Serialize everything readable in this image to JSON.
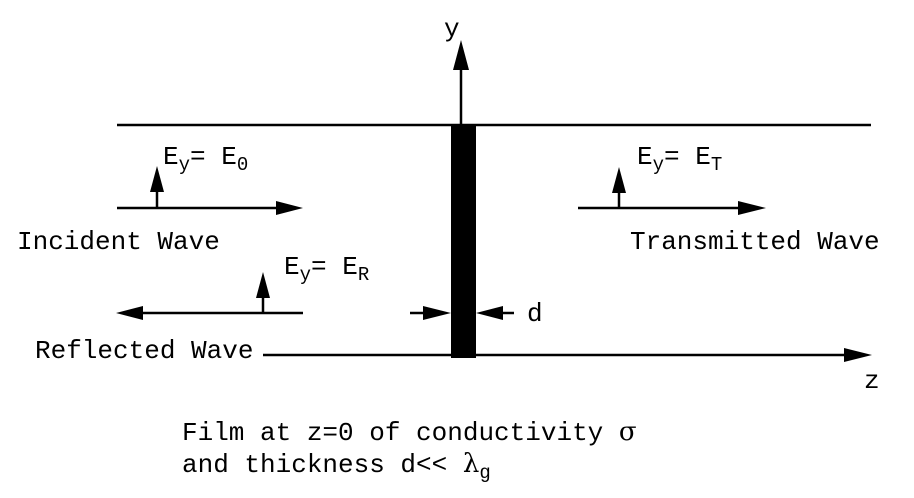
{
  "axes": {
    "y_label": "y",
    "z_label": "z"
  },
  "incident": {
    "label": "Incident Wave",
    "field_main": "E",
    "field_sub": "y",
    "eq": "= E",
    "value_sub": "0"
  },
  "reflected": {
    "label": "Reflected Wave",
    "field_main": "E",
    "field_sub": "y",
    "eq": "= E",
    "value_sub": "R"
  },
  "transmitted": {
    "label": "Transmitted Wave",
    "field_main": "E",
    "field_sub": "y",
    "eq": "= E",
    "value_sub": "T"
  },
  "film": {
    "thickness_label": "d"
  },
  "caption": {
    "line1": "Film at z=0 of conductivity ",
    "sigma": "σ",
    "line2": "and thickness d<< ",
    "lambda": "λ",
    "lambda_sub": "g"
  }
}
